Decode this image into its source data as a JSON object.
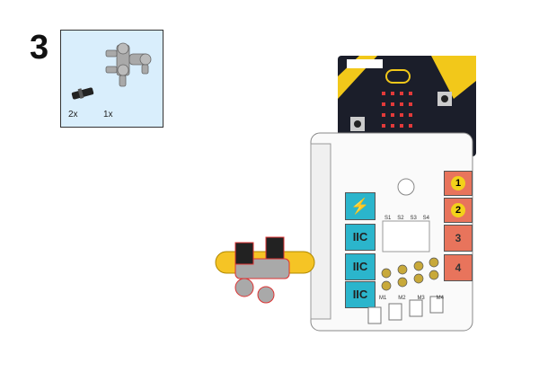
{
  "step_number": "3",
  "parts": [
    {
      "name": "black-pin-connector",
      "quantity": "2x"
    },
    {
      "name": "gray-cross-connector",
      "quantity": "1x"
    }
  ],
  "board": {
    "power_symbol": "⚡",
    "iic_ports": [
      "IIC",
      "IIC",
      "IIC"
    ],
    "right_buttons": [
      "1",
      "2",
      "3",
      "4"
    ],
    "servo_labels": [
      "S1",
      "S2",
      "S3",
      "S4"
    ],
    "motor_labels": [
      "M1",
      "M2",
      "M3",
      "M4"
    ]
  },
  "colors": {
    "ports": "#2bb5cc",
    "buttons": "#e8745c",
    "badge": "#f2d21a",
    "lever": "#f5c425",
    "parts_bg": "#d9eefc"
  }
}
